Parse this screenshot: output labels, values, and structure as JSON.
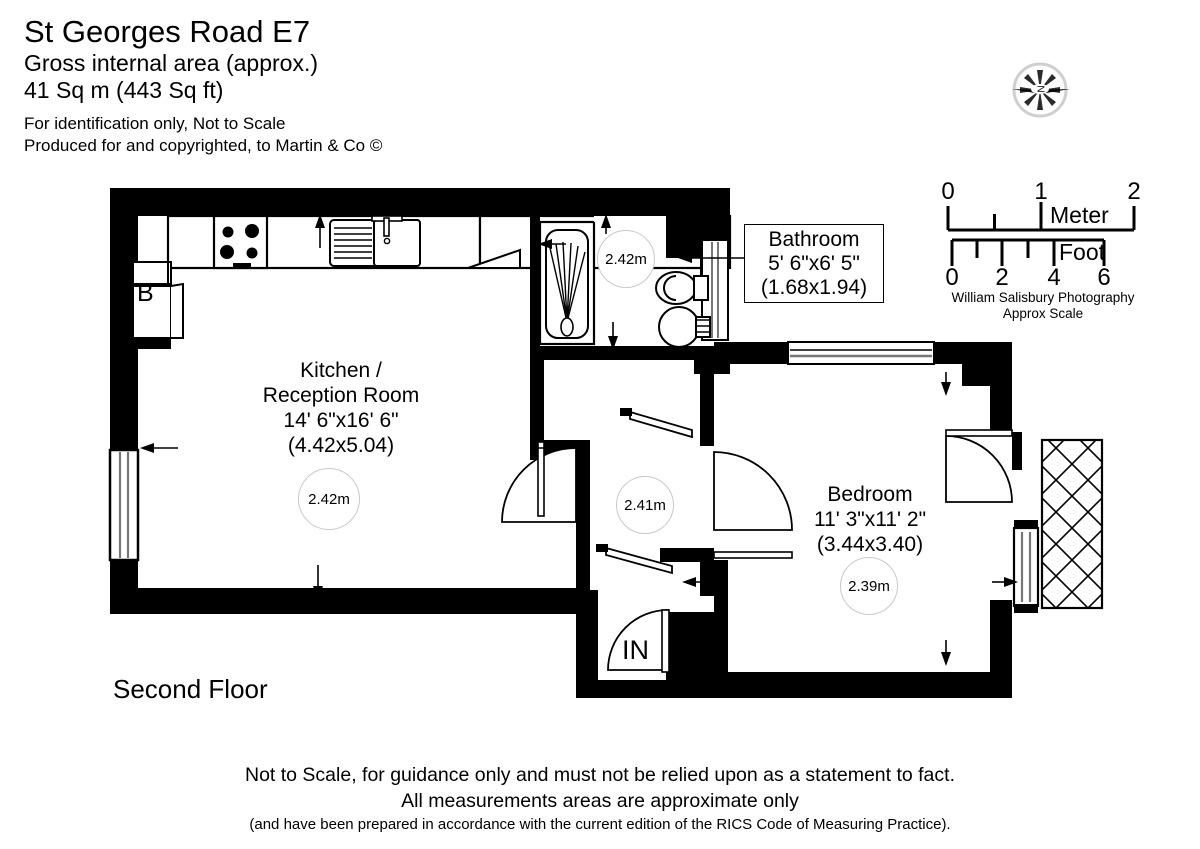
{
  "header": {
    "title": "St Georges Road E7",
    "area_label": "Gross internal area (approx.)",
    "area_value": "41 Sq m (443 Sq ft)",
    "note_1": "For identification only, Not to Scale",
    "note_2": "Produced for and copyrighted, to Martin & Co ©"
  },
  "compass": {
    "icon": "compass-rose-icon",
    "north_letter": "N"
  },
  "scale": {
    "meter_label": "Meter",
    "meter_ticks": [
      "0",
      "1",
      "2"
    ],
    "foot_label": "Foot",
    "foot_ticks": [
      "0",
      "2",
      "4",
      "6"
    ],
    "credit_line_1": "William Salisbury Photography",
    "credit_line_2": "Approx Scale"
  },
  "plan": {
    "floor_label": "Second Floor",
    "entrance_label": "IN",
    "boiler_label": "B",
    "rooms": [
      {
        "id": "kitchen-reception",
        "name_line_1": "Kitchen /",
        "name_line_2": "Reception Room",
        "imperial": "14' 6\"x16' 6\"",
        "metric": "(4.42x5.04)",
        "ceiling_height": "2.42m"
      },
      {
        "id": "bathroom",
        "name_line_1": "Bathroom",
        "imperial": "5' 6\"x6' 5\"",
        "metric": "(1.68x1.94)",
        "ceiling_height": "2.42m"
      },
      {
        "id": "bedroom",
        "name_line_1": "Bedroom",
        "imperial": "11' 3\"x11' 2\"",
        "metric": "(3.44x3.40)",
        "ceiling_height": "2.39m"
      },
      {
        "id": "hallway",
        "name_line_1": "",
        "ceiling_height": "2.41m"
      }
    ],
    "fixtures": [
      "hob-icon",
      "sink-icon",
      "bath-shower-icon",
      "toilet-icon",
      "basin-icon",
      "boiler-cupboard-icon",
      "balcony-hatch"
    ]
  },
  "footer": {
    "line_1": "Not to Scale, for guidance only and must not be relied upon as a statement to fact.",
    "line_2": "All measurements areas are approximate only",
    "line_3": "(and have been prepared in accordance with the current edition of the RICS Code of Measuring Practice)."
  },
  "colors": {
    "wall": "#000000",
    "background": "#ffffff",
    "bubble_stroke": "#c9c9c9",
    "compass_ring": "#cccccc"
  }
}
